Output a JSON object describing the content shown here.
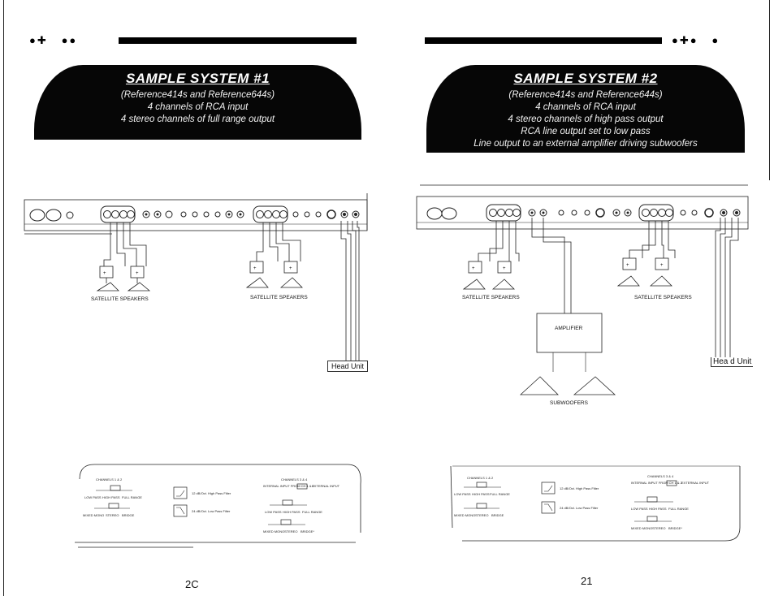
{
  "left_page": {
    "title": "SAMPLE SYSTEM #1",
    "subtitle_lines": [
      "(Reference414s and Reference644s)",
      "4 channels of RCA input",
      "4 stereo channels of full range output"
    ],
    "speaker_label_1": "SATELLITE SPEAKERS",
    "speaker_label_2": "SATELLITE SPEAKERS",
    "head_unit": "Head Unit",
    "switches": {
      "ch12_title": "CHANNELS 1 & 2",
      "ch12_filter_options": [
        "LOW PASS",
        "HIGH PASS",
        "FULL RANGE"
      ],
      "ch12_mode_options": [
        "MIXED MONO",
        "STEREO",
        "BRIDGE"
      ],
      "legend_hp": "12 dB/Oct. High Pass Filter",
      "legend_lp": "24 dB/Oct. Low Pass Filter",
      "ch34_title": "CHANNELS 3 & 4",
      "ch34_input_internal": "INTERNAL INPUT FROM CH 1 & 2",
      "ch34_input_external": "EXTERNAL INPUT",
      "ch34_filter_options": [
        "LOW PASS",
        "HIGH PASS",
        "FULL RANGE"
      ],
      "ch34_mode_options": [
        "MIXED MONO",
        "STEREO",
        "BRIDGE*"
      ]
    },
    "page_number": "2C"
  },
  "right_page": {
    "title": "SAMPLE SYSTEM #2",
    "subtitle_lines": [
      "(Reference414s and Reference644s)",
      "4 channels of RCA input",
      "4 stereo channels of high pass output",
      "RCA line output set to low pass",
      "Line output to an external amplifier driving subwoofers"
    ],
    "speaker_label_1": "SATELLITE SPEAKERS",
    "speaker_label_2": "SATELLITE SPEAKERS",
    "amplifier": "AMPLIFIER",
    "subwoofers": "SUBWOOFERS",
    "head_unit_a": "Hea",
    "head_unit_b": "d Unit",
    "switches": {
      "ch12_title": "CHANNELS 1 & 2",
      "ch12_filter_options": [
        "LOW PASS",
        "HIGH PASS",
        "FULL RANGE"
      ],
      "ch12_mode_options": [
        "MIXED MONO",
        "STEREO",
        "BRIDGE"
      ],
      "legend_hp": "12 dB/Oct. High Pass Filter",
      "legend_lp": "24 dB/Oct. Low Pass Filter",
      "ch34_title": "CHANNELS 3 & 4",
      "ch34_input_internal": "INTERNAL INPUT FROM CH 1 & 2",
      "ch34_input_external": "EXTERNAL INPUT",
      "ch34_filter_options": [
        "LOW PASS",
        "HIGH PASS",
        "FULL RANGE"
      ],
      "ch34_mode_options": [
        "MIXED MONO",
        "STEREO",
        "BRIDGE*"
      ]
    },
    "page_number": "21"
  }
}
